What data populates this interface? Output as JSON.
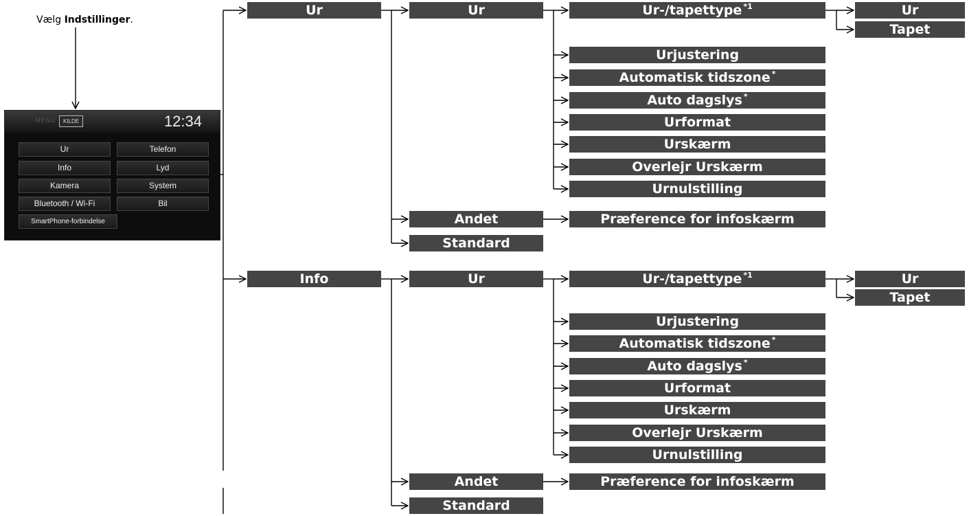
{
  "caption": {
    "prefix": "Vælg ",
    "bold": "Indstillinger",
    "suffix": "."
  },
  "screen": {
    "menu": "MENU",
    "source_button": "KILDE",
    "clock": "12:34",
    "buttons": [
      "Ur",
      "Telefon",
      "Info",
      "Lyd",
      "Kamera",
      "System",
      "Bluetooth / Wi-Fi",
      "Bil",
      "SmartPhone-forbindelse"
    ]
  },
  "ur_branch": {
    "title": "Ur",
    "sub_ur": "Ur",
    "items": {
      "type_label": "Ur-/tapettype",
      "type_note": "*1",
      "type_options": [
        "Ur",
        "Tapet"
      ],
      "justering": "Urjustering",
      "tidszone": "Automatisk tidszone",
      "tidszone_note": "*",
      "dagslys": "Auto dagslys",
      "dagslys_note": "*",
      "format": "Urformat",
      "skaerm": "Urskærm",
      "overlejr": "Overlejr Urskærm",
      "nulstilling": "Urnulstilling"
    },
    "andet": "Andet",
    "andet_item": "Præference for infoskærm",
    "standard": "Standard"
  },
  "info_branch": {
    "title": "Info",
    "sub_ur": "Ur",
    "items": {
      "type_label": "Ur-/tapettype",
      "type_note": "*1",
      "type_options": [
        "Ur",
        "Tapet"
      ],
      "justering": "Urjustering",
      "tidszone": "Automatisk tidszone",
      "tidszone_note": "*",
      "dagslys": "Auto dagslys",
      "dagslys_note": "*",
      "format": "Urformat",
      "skaerm": "Urskærm",
      "overlejr": "Overlejr Urskærm",
      "nulstilling": "Urnulstilling"
    },
    "andet": "Andet",
    "andet_item": "Præference for infoskærm",
    "standard": "Standard"
  }
}
